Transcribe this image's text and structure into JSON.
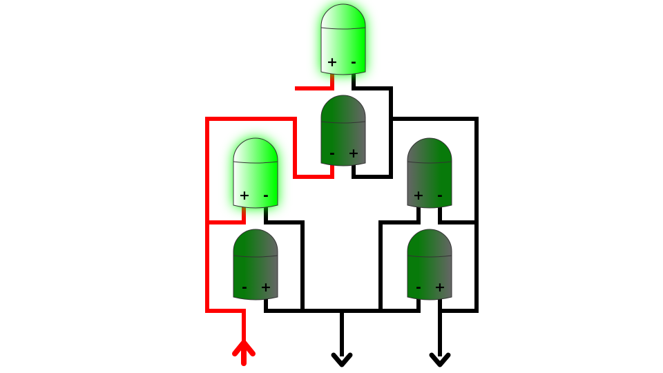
{
  "diagram": {
    "wire_colors": {
      "positive": "#ff0000",
      "negative": "#000000",
      "positive_dark": "#b31c00"
    },
    "led_colors": {
      "lit": "#00ff00",
      "unlit": "#087a0a",
      "unlit_dark": "#666666",
      "outline": "#333333"
    },
    "leds": [
      {
        "name": "led-top-lit",
        "lit": true,
        "shade": "lit",
        "labels": [
          "+",
          "-"
        ]
      },
      {
        "name": "led-left-lit",
        "lit": true,
        "shade": "lit",
        "labels": [
          "+",
          "-"
        ]
      },
      {
        "name": "led-top-inverted",
        "lit": false,
        "shade": "right",
        "labels": [
          "-",
          "+"
        ]
      },
      {
        "name": "led-left-inverted",
        "lit": false,
        "shade": "right",
        "labels": [
          "-",
          "+"
        ]
      },
      {
        "name": "led-right-upper",
        "lit": false,
        "shade": "left",
        "labels": [
          "+",
          "-"
        ]
      },
      {
        "name": "led-right-lower",
        "lit": false,
        "shade": "right",
        "labels": [
          "-",
          "+"
        ]
      }
    ],
    "terminals": [
      {
        "name": "positive-input-arrow",
        "direction": "up",
        "polarity": "positive"
      },
      {
        "name": "ground-arrow-center",
        "direction": "down",
        "polarity": "negative"
      },
      {
        "name": "ground-arrow-right",
        "direction": "down",
        "polarity": "negative"
      }
    ]
  }
}
